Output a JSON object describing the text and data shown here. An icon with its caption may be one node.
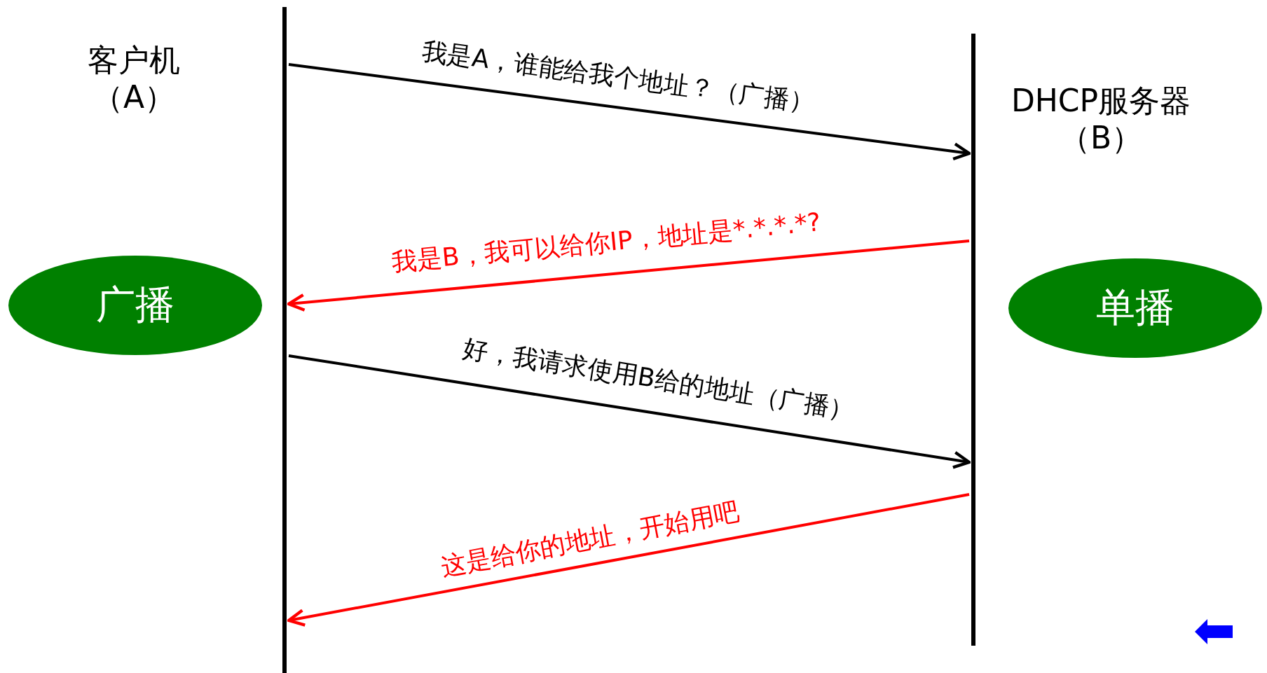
{
  "diagram": {
    "nodes": [
      {
        "text": [
          "客户机（A）"
        ]
      },
      {
        "text": [
          "DHCP服务器（B）"
        ]
      },
      {
        "text": [
          "广播"
        ]
      },
      {
        "text": [
          "单播"
        ]
      }
    ],
    "edges": [
      {
        "from": 0,
        "to": 1,
        "arrow": "to",
        "label": "我是A，谁能给我个地址？（广播）"
      },
      {
        "from": 1,
        "to": 0,
        "arrow": "to",
        "label": "我是B，我可以给你IP，地址是*.*.*.*?",
        "color": "#ff0000"
      },
      {
        "from": 0,
        "to": 1,
        "arrow": "to",
        "label": "好，我请求使用B给的地址（广播）"
      },
      {
        "from": 1,
        "to": 0,
        "arrow": "to",
        "label": "这是给你的地址，开始用吧",
        "color": "#ff0000"
      }
    ]
  }
}
